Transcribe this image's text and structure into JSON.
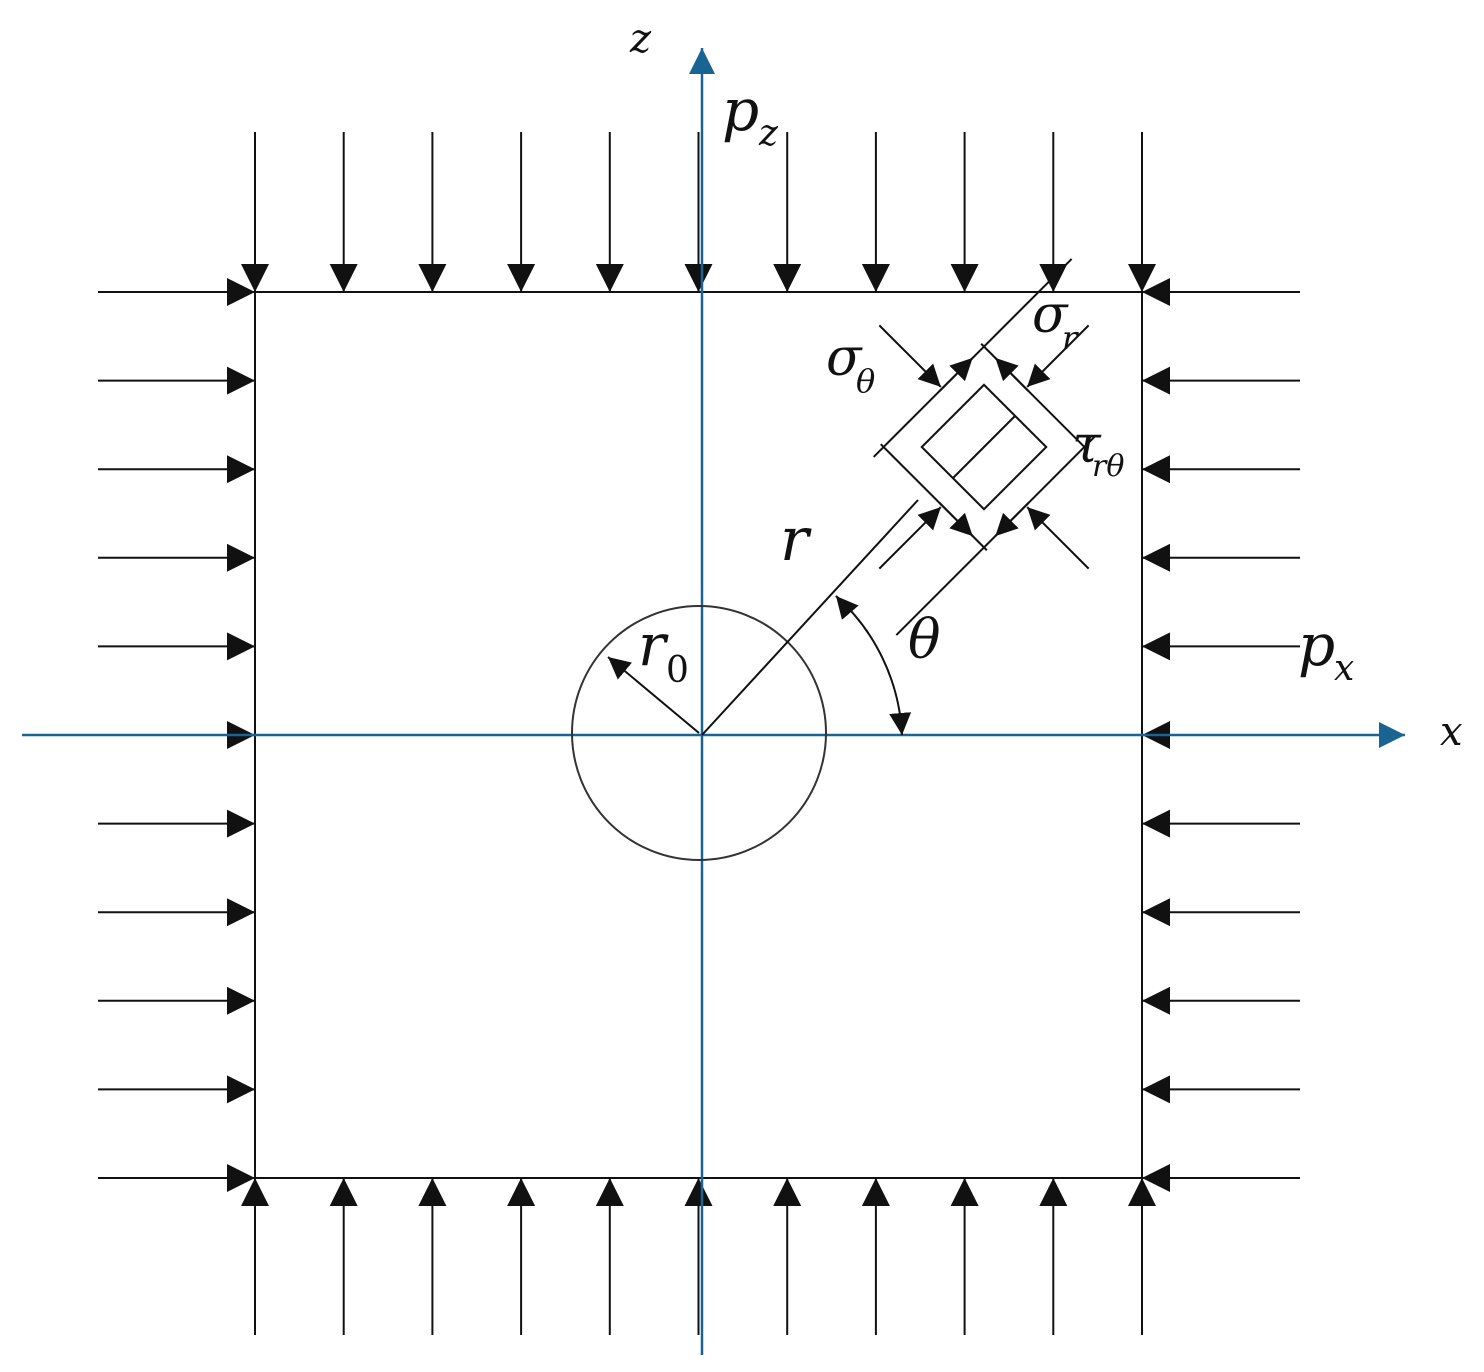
{
  "colors": {
    "axis": "#1a6493",
    "line": "#111111",
    "background": "#ffffff"
  },
  "labels": {
    "z_axis": "z",
    "x_axis": "x",
    "pz": "p",
    "pz_sub": "z",
    "px": "p",
    "px_sub": "x",
    "sigma_theta": "σ",
    "sigma_theta_sub": "θ",
    "sigma_r": "σ",
    "sigma_r_sub": "r",
    "tau": "τ",
    "tau_sub": "rθ",
    "r": "r",
    "r0": "r",
    "r0_sub": "0",
    "theta": "θ"
  }
}
